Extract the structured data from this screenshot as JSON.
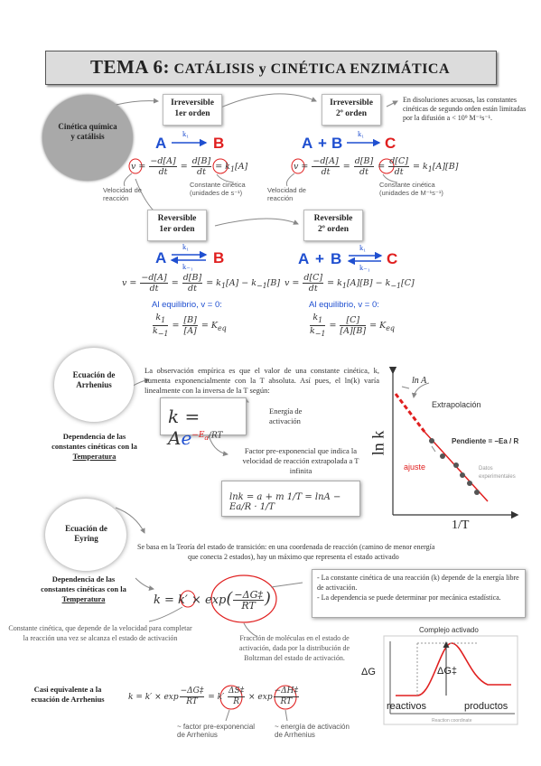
{
  "title": {
    "main": "TEMA 6:",
    "sub": "CATÁLISIS y CINÉTICA ENZIMÁTICA"
  },
  "circles": {
    "kinetics": "Cinética química y catálisis",
    "arrhenius": "Ecuación de Arrhenius",
    "eyring": "Ecuación de Eyring"
  },
  "boxes": {
    "irr1": [
      "Irreversible",
      "1er orden"
    ],
    "irr2": [
      "Irreversible",
      "2º orden"
    ],
    "rev1": [
      "Reversible",
      "1er orden"
    ],
    "rev2": [
      "Reversible",
      "2º orden"
    ]
  },
  "reactions": {
    "A": "A",
    "B": "B",
    "C": "C",
    "plus": "+",
    "k1": "k₁",
    "km1": "k₋₁"
  },
  "notes": {
    "diffusion": "En disoluciones acuosas, las constantes cinéticas de segundo orden están limitadas por la difusión a < 10⁹ M⁻¹s⁻¹.",
    "velocity": "Velocidad de reacción",
    "const1": "Constante cinética (unidades de s⁻¹)",
    "const2": "Constante cinética (unidades de M⁻¹s⁻¹)",
    "equilibrium": "Al equilibrio, v = 0:"
  },
  "arrhenius": {
    "intro": "La observación empírica es que el valor de una constante cinética, k, aumenta exponencialmente con la T absoluta. Así pues, el ln(k) varía linealmente con la inversa de la T según:",
    "dependence": [
      "Dependencia de las",
      "constantes cinéticas con la",
      "Temperatura"
    ],
    "energy": "Energía de activación",
    "preexp": "Factor pre-exponencial que indica la velocidad de reacción extrapolada a T infinita",
    "equation": "lnk = a + m 1/T = lnA − Ea/R · 1/T"
  },
  "plot": {
    "ylabel": "ln k",
    "xlabel": "1/T",
    "lnA": "ln A",
    "extrap": "Extrapolación",
    "slope": "Pendiente = −Ea / R",
    "fit": "ajuste",
    "exp": "Datos experimentales"
  },
  "eyring": {
    "intro1": "Se basa en la Teoría del estado de transición: en una coordenada de reacción (camino de menor energía",
    "intro2": "que conecta 2 estados), hay un máximo que representa el estado activado",
    "dependence": [
      "Dependencia de las",
      "constantes cinéticas con la",
      "Temperatura"
    ],
    "info1": "- La constante cinética de una reacción (k) depende de la energía libre de activación.",
    "info2": "- La dependencia se puede determinar por mecánica estadística.",
    "kprime": "Constante cinética, que depende de la velocidad para completar la reacción una vez se alcanza el estado de activación",
    "fraction": "Fracción de moléculas en el estado de activación, dada por la distribución de Boltzman del estado de activación.",
    "equiv": [
      "Casi equivalente a la",
      "ecuación de Arrhenius"
    ],
    "preexp": "~ factor pre-exponencial de Arrhenius",
    "energy": "~ energía de activación de Arrhenius"
  },
  "diagram": {
    "title": "Complejo activado",
    "dG": "ΔG",
    "dGdag": "ΔG‡",
    "reactants": "reactivos",
    "products": "productos",
    "xaxis": "Reaction coordinate"
  }
}
